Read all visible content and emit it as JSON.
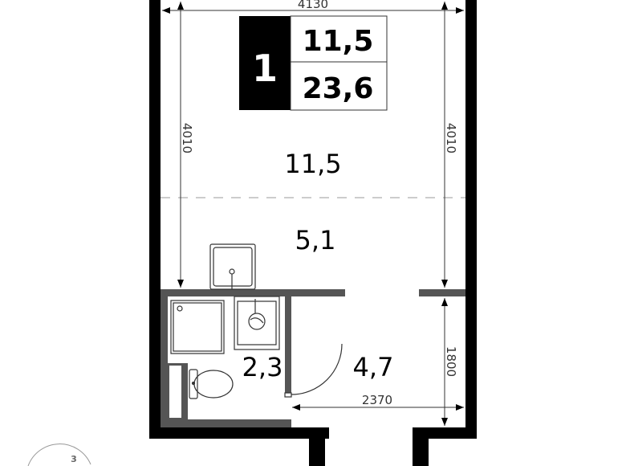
{
  "badge": {
    "rooms": "1",
    "living_area": "11,5",
    "total_area": "23,6"
  },
  "dimensions": {
    "top_width": "4130",
    "left_height": "4010",
    "right_height": "4010",
    "hall_height": "1800",
    "hall_width": "2370"
  },
  "rooms": {
    "living": "11,5",
    "kitchen": "5,1",
    "bathroom": "2,3",
    "hallway": "4,7"
  },
  "compass": {
    "label": "3"
  },
  "colors": {
    "outer_wall": "#000000",
    "inner_wall": "#555555",
    "line": "#333333"
  }
}
